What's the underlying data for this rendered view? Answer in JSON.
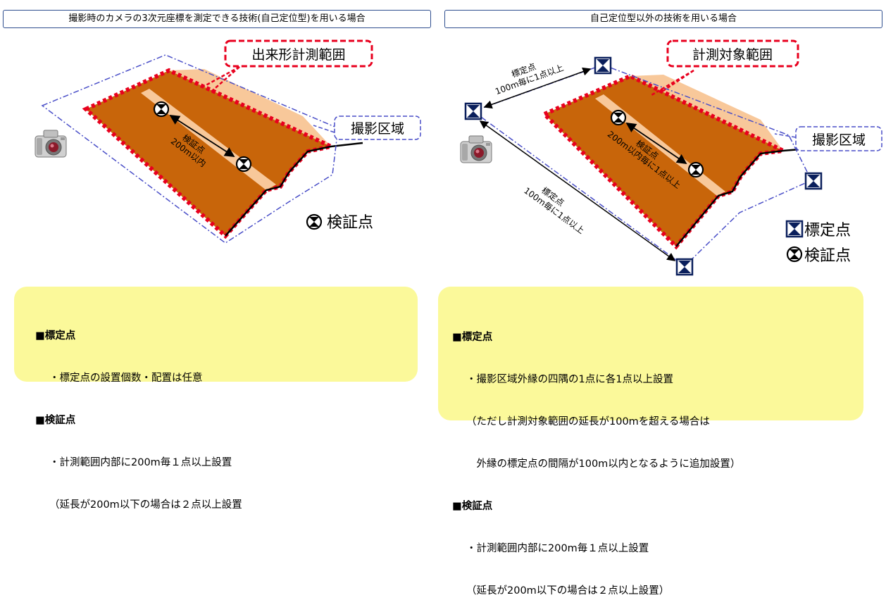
{
  "left_panel": {
    "title": "撮影時のカメラの3次元座標を測定できる技術(自己定位型)を用いる場合",
    "range_label": "出来形計測範囲",
    "area_label": "撮影区域",
    "spacing_label_1": "検証点",
    "spacing_label_2": "200m以内",
    "legend_verify": "検証点",
    "note": {
      "calib_head": "■標定点",
      "calib_line1": "・標定点の設置個数・配置は任意",
      "verify_head": "■検証点",
      "verify_line1": "・計測範囲内部に200m毎１点以上設置",
      "verify_line2": "（延長が200m以下の場合は２点以上設置"
    }
  },
  "right_panel": {
    "title": "自己定位型以外の技術を用いる場合",
    "range_label": "計測対象範囲",
    "area_label": "撮影区域",
    "calib_top_1": "標定点",
    "calib_top_2": "100m毎に1点以上",
    "calib_bottom_1": "標定点",
    "calib_bottom_2": "100m毎に1点以上",
    "verify_1": "検証点",
    "verify_2": "200m以内毎に1点以上",
    "legend_calib": "標定点",
    "legend_verify": "検証点",
    "note": {
      "calib_head": "■標定点",
      "calib_line1": "・撮影区域外縁の四隅の1点に各1点以上設置",
      "calib_line2": "（ただし計測対象範囲の延長が100mを超える場合は",
      "calib_line3": "　外縁の標定点の間隔が100m以内となるように追加設置）",
      "verify_head": "■検証点",
      "verify_line1": "・計測範囲内部に200m毎１点以上設置",
      "verify_line2": "（延長が200m以下の場合は２点以上設置）"
    }
  },
  "colors": {
    "road_fill": "#c8650a",
    "slope_fill": "#f8c89a",
    "range_border": "#e8001e",
    "area_border": "#4a4fc8",
    "note_fill": "#fbf99a",
    "title_border": "#2f4f8f",
    "calib_marker": "#0a1f5c"
  },
  "icons": [
    "camera-icon",
    "verification-point-icon",
    "calibration-point-icon"
  ]
}
